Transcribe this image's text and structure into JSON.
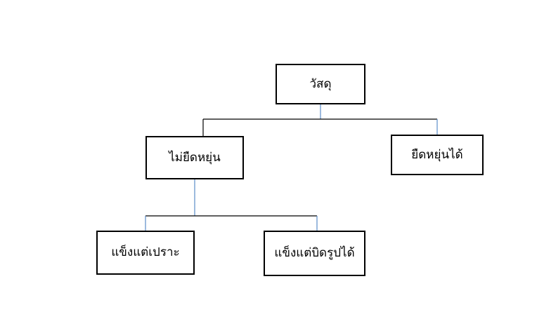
{
  "diagram": {
    "root": {
      "label": "วัสดุ"
    },
    "level1": {
      "left": {
        "label": "ไม่ยืดหยุ่น"
      },
      "right": {
        "label": "ยืดหยุ่นได้"
      }
    },
    "level2": {
      "left": {
        "label": "แข็งแต่เปราะ"
      },
      "right": {
        "label": "แข็งแต่บิดรูปได้"
      }
    },
    "colors": {
      "box_border": "#000000",
      "line": "#000000",
      "stub": "#5b8dc9"
    }
  }
}
